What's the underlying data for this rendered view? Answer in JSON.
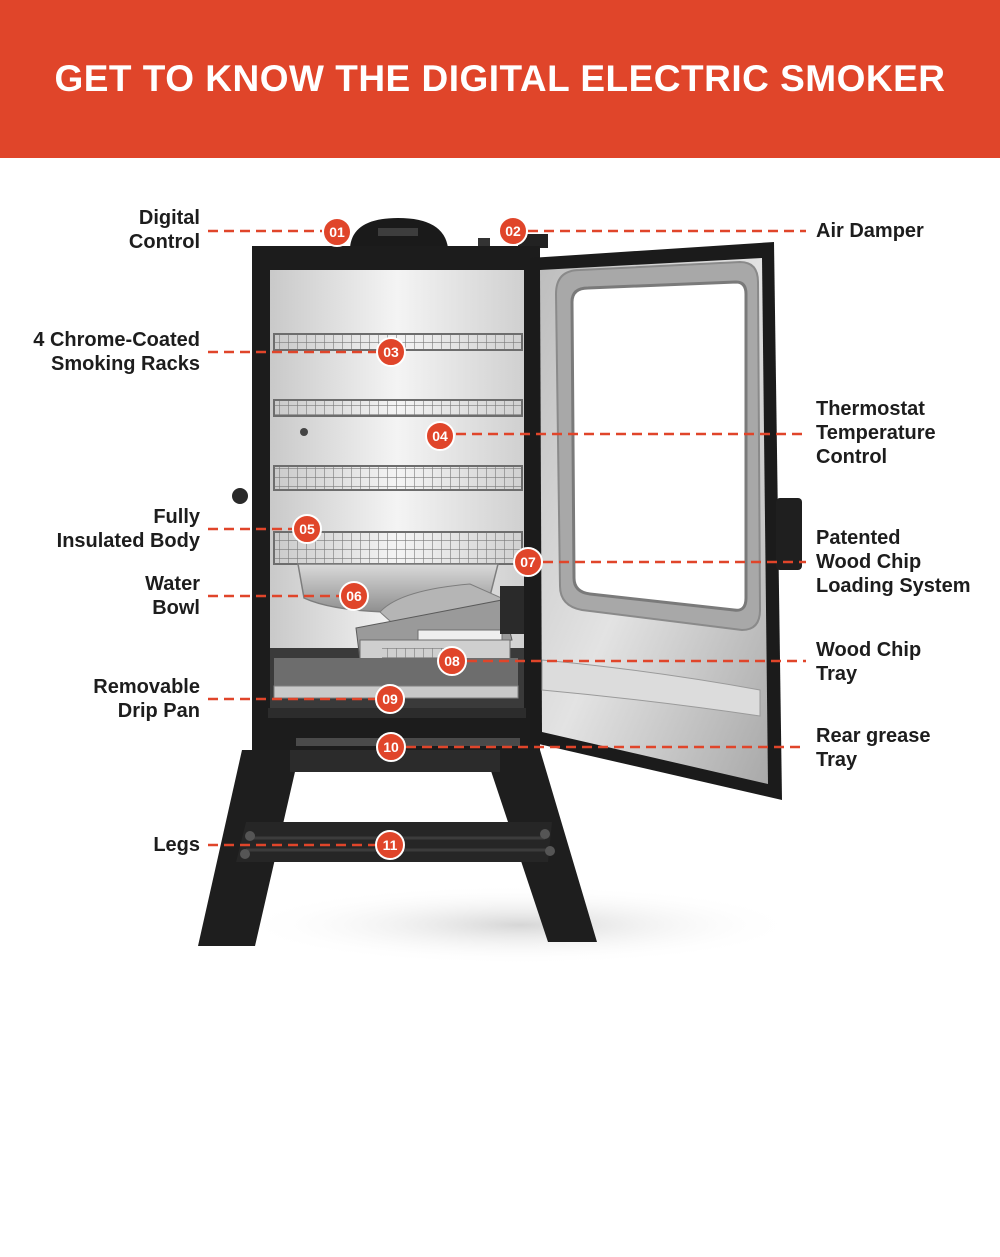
{
  "header": {
    "title": "GET TO KNOW THE DIGITAL ELECTRIC SMOKER",
    "background": "#e0452a"
  },
  "accent_color": "#e0452a",
  "parts": [
    {
      "number": "01",
      "label": "Digital\nControl"
    },
    {
      "number": "02",
      "label": "Air Damper"
    },
    {
      "number": "03",
      "label": "4 Chrome-Coated\nSmoking Racks"
    },
    {
      "number": "04",
      "label": "Thermostat\nTemperature\nControl"
    },
    {
      "number": "05",
      "label": "Fully\nInsulated Body"
    },
    {
      "number": "06",
      "label": "Water\nBowl"
    },
    {
      "number": "07",
      "label": "Patented\nWood Chip\nLoading System"
    },
    {
      "number": "08",
      "label": "Wood Chip\nTray"
    },
    {
      "number": "09",
      "label": "Removable\nDrip Pan"
    },
    {
      "number": "10",
      "label": "Rear grease\nTray"
    },
    {
      "number": "11",
      "label": "Legs"
    }
  ]
}
